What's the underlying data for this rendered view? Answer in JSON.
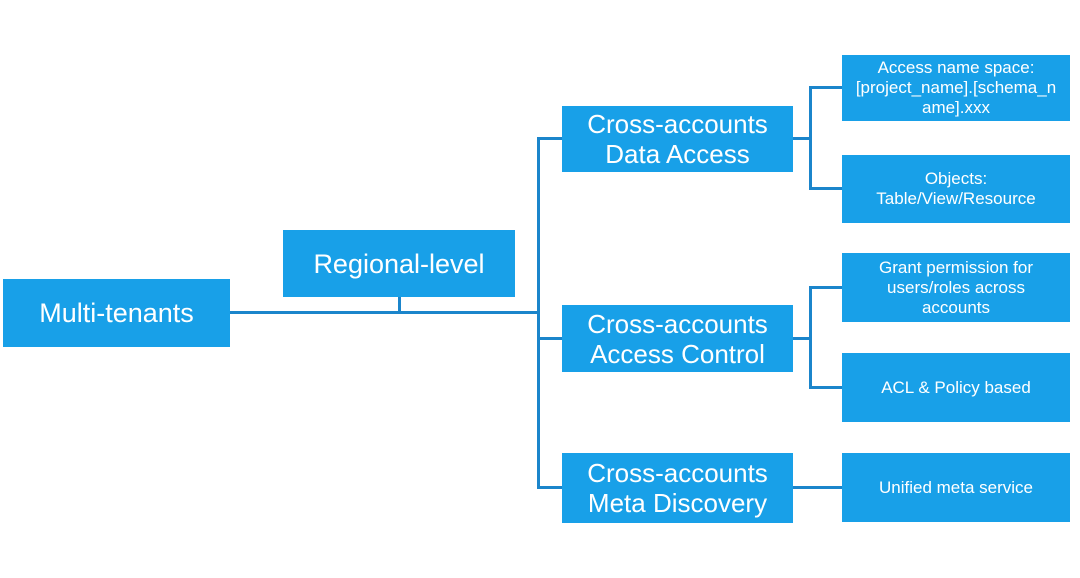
{
  "colors": {
    "background": "#ffffff",
    "node_fill": "#18a0e8",
    "node_text": "#ffffff",
    "connector": "#1b85cb"
  },
  "diagram": {
    "root": {
      "label": "Multi-tenants"
    },
    "regional": {
      "label": "Regional-level"
    },
    "branches": [
      {
        "label": [
          "Cross-accounts",
          "Data Access"
        ],
        "children": [
          {
            "label": [
              "Access name space:",
              "[project_name].[schema_n",
              "ame].xxx"
            ]
          },
          {
            "label": [
              "Objects:",
              "Table/View/Resource"
            ]
          }
        ]
      },
      {
        "label": [
          "Cross-accounts",
          "Access Control"
        ],
        "children": [
          {
            "label": [
              "Grant permission for",
              "users/roles across",
              "accounts"
            ]
          },
          {
            "label": [
              "ACL & Policy based"
            ]
          }
        ]
      },
      {
        "label": [
          "Cross-accounts",
          "Meta Discovery"
        ],
        "children": [
          {
            "label": [
              "Unified meta service"
            ]
          }
        ]
      }
    ]
  }
}
